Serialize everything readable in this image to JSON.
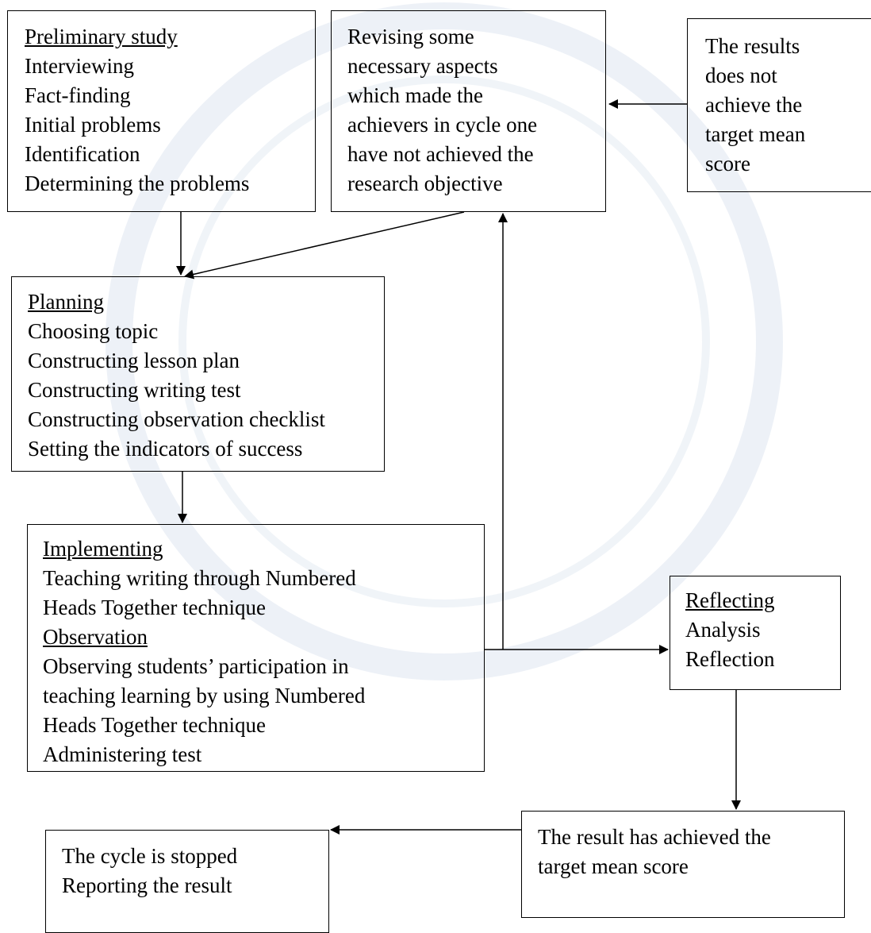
{
  "boxes": {
    "preliminary": {
      "heading": "Preliminary study",
      "lines": [
        "Interviewing",
        "Fact-finding",
        "Initial problems",
        "Identification",
        "Determining the problems"
      ]
    },
    "revising": {
      "lines": [
        "Revising some",
        "necessary aspects",
        "which made the",
        "achievers in cycle one",
        "have not achieved the",
        "research objective"
      ]
    },
    "not_achieve": {
      "lines": [
        "The results",
        "does not",
        "achieve the",
        "target mean",
        "score"
      ]
    },
    "planning": {
      "heading": "Planning",
      "lines": [
        "Choosing topic",
        "Constructing lesson plan",
        "Constructing writing test",
        "Constructing observation checklist",
        "Setting the indicators of success"
      ]
    },
    "implementing": {
      "heading": "Implementing",
      "lines": [
        "Teaching writing through Numbered",
        "Heads Together technique"
      ],
      "heading2": "Observation",
      "lines2": [
        "Observing students’ participation in",
        "teaching learning by using Numbered",
        "Heads Together technique",
        "Administering test"
      ]
    },
    "reflecting": {
      "heading": "Reflecting",
      "lines": [
        "Analysis",
        "Reflection"
      ]
    },
    "achieved": {
      "lines": [
        "The result has achieved the",
        "target mean score"
      ]
    },
    "stopped": {
      "lines": [
        "The cycle is stopped",
        "Reporting the result"
      ]
    }
  }
}
